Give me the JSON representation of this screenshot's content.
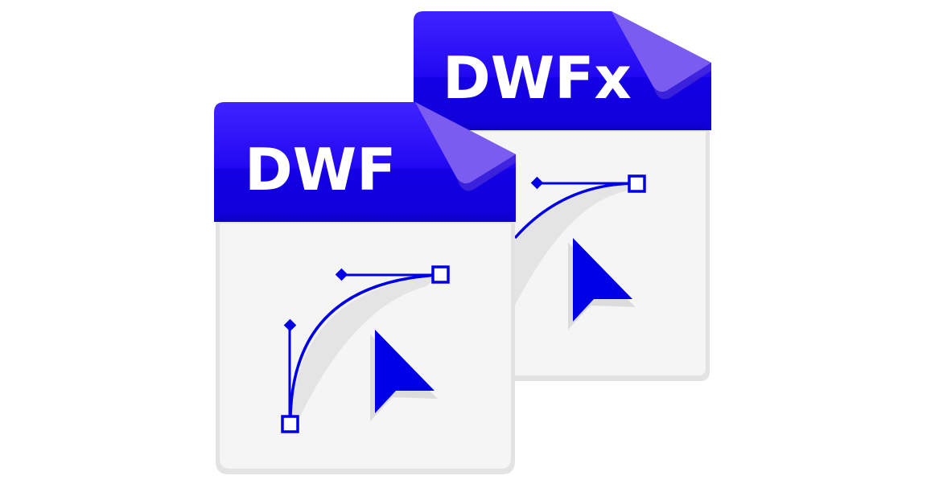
{
  "icons": [
    {
      "id": "dwfx",
      "label": "DWFx"
    },
    {
      "id": "dwf",
      "label": "DWF"
    }
  ],
  "colors": {
    "header": "#1a00ee",
    "header_light": "#2e17f5",
    "fold": "#7a5cf0",
    "fold_dark": "#5b3fe0",
    "body": "#f5f5f5",
    "border": "#e0e0e0",
    "accent": "#0000e6",
    "shadow": "#e4e4e4"
  }
}
